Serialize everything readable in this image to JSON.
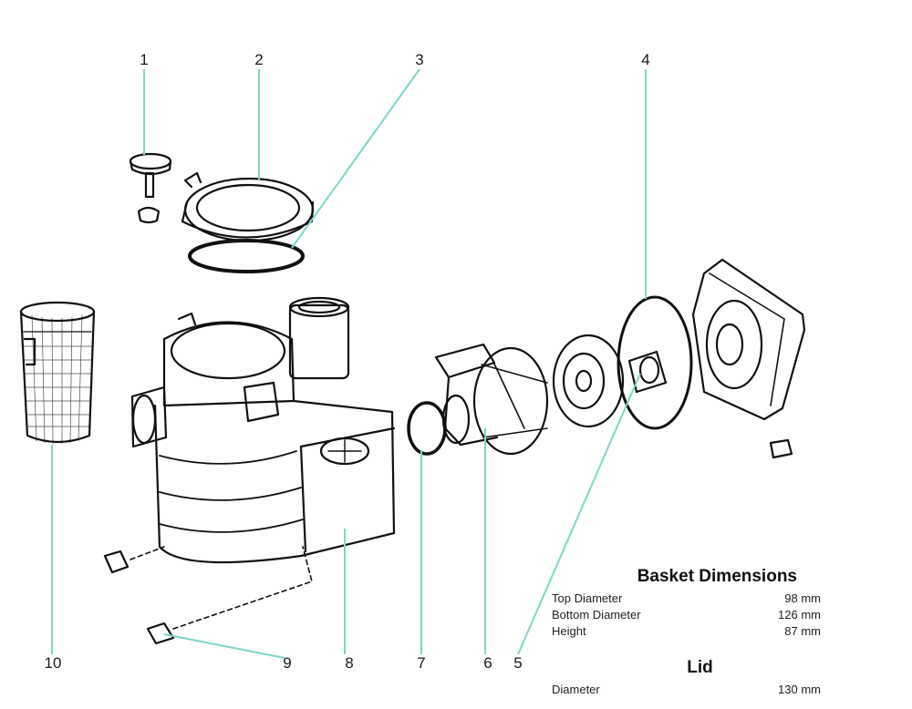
{
  "callouts": [
    {
      "number": "1",
      "leader": "#7fd6c8"
    },
    {
      "number": "2",
      "leader": "#7fd6c8"
    },
    {
      "number": "3",
      "leader": "#7fd6c8"
    },
    {
      "number": "4",
      "leader": "#7fd6c8"
    },
    {
      "number": "5",
      "leader": "#7fd6c8"
    },
    {
      "number": "6",
      "leader": "#7fd6c8"
    },
    {
      "number": "7",
      "leader": "#7fd6c8"
    },
    {
      "number": "8",
      "leader": "#7fd6c8"
    },
    {
      "number": "9",
      "leader": "#7fd6c8"
    },
    {
      "number": "10",
      "leader": "#7fd6c8"
    }
  ],
  "basket": {
    "title": "Basket Dimensions",
    "rows": [
      {
        "label": "Top Diameter",
        "value": "98 mm"
      },
      {
        "label": "Bottom Diameter",
        "value": "126 mm"
      },
      {
        "label": "Height",
        "value": "87 mm"
      }
    ]
  },
  "lid": {
    "title": "Lid",
    "rows": [
      {
        "label": "Diameter",
        "value": "130 mm"
      }
    ]
  },
  "colors": {
    "line_art": "#111111",
    "leader_lines": "#7fd6c8"
  }
}
